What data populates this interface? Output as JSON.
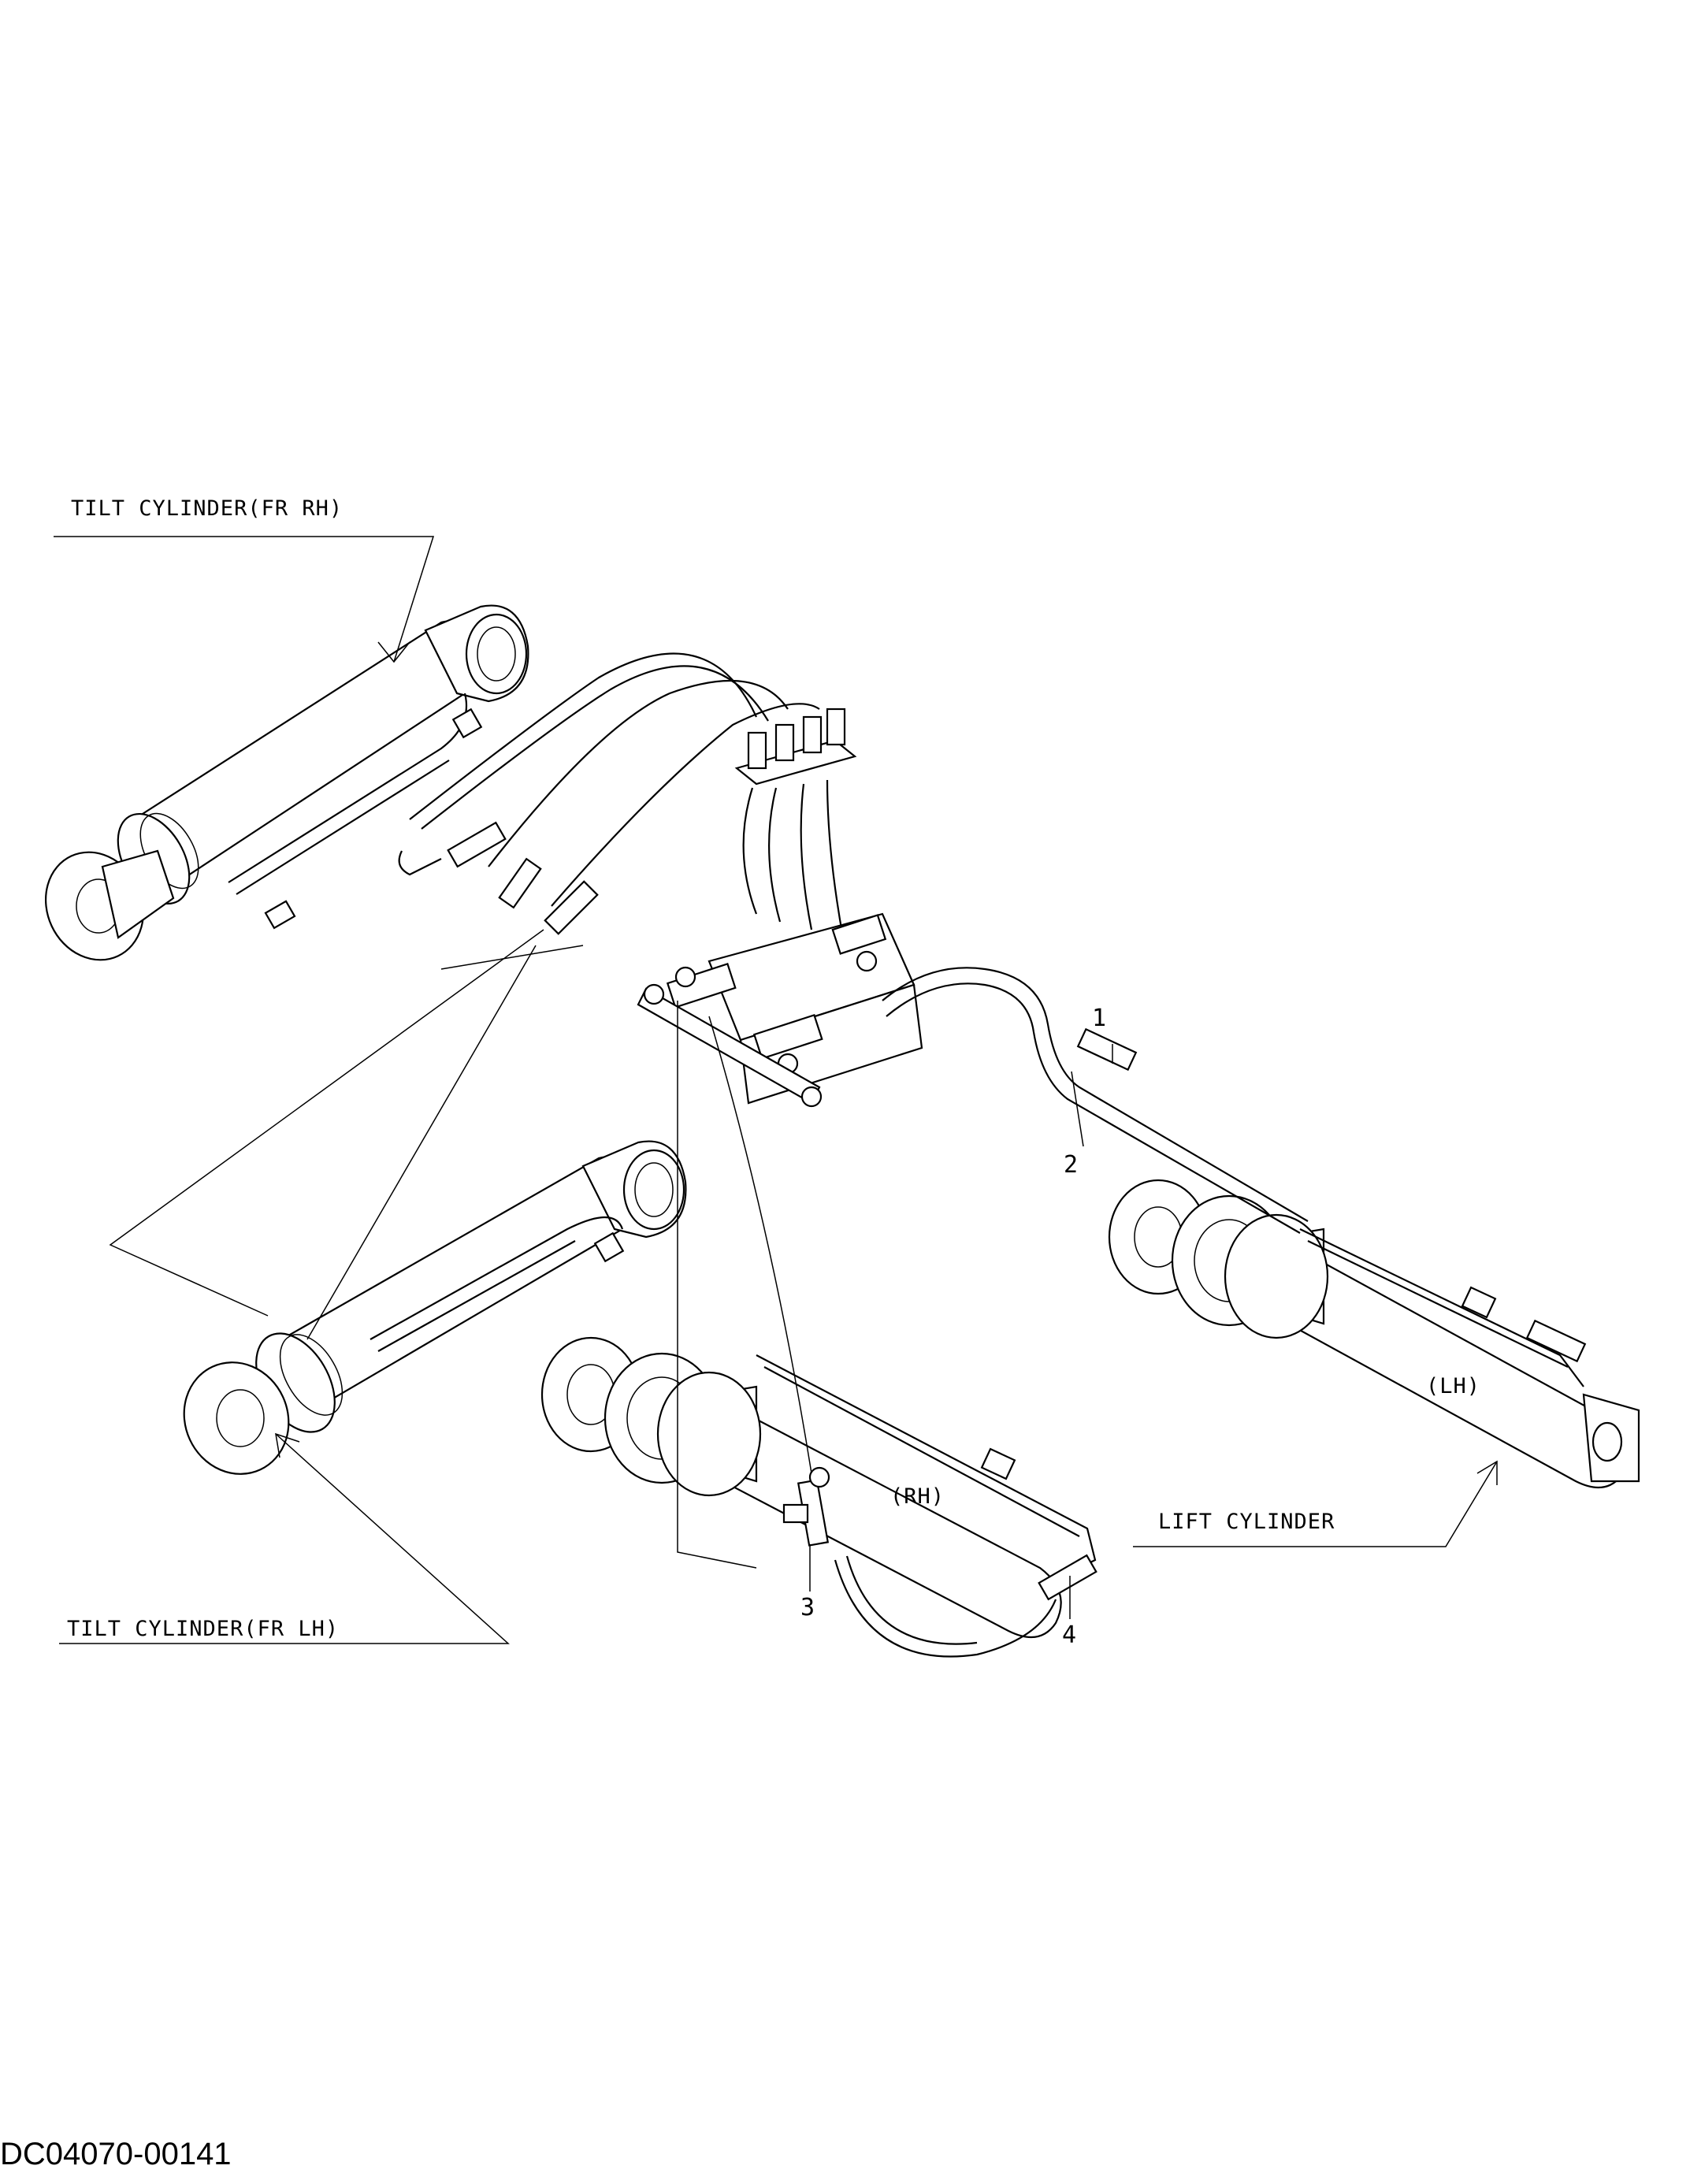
{
  "labels": {
    "tilt_fr_rh": "TILT CYLINDER(FR RH)",
    "tilt_fr_lh": "TILT CYLINDER(FR LH)",
    "lift_cylinder": "LIFT CYLINDER",
    "lh": "(LH)",
    "rh": "(RH)"
  },
  "callouts": [
    "1",
    "2",
    "3",
    "4"
  ],
  "drawing_code": "DC04070-00141"
}
